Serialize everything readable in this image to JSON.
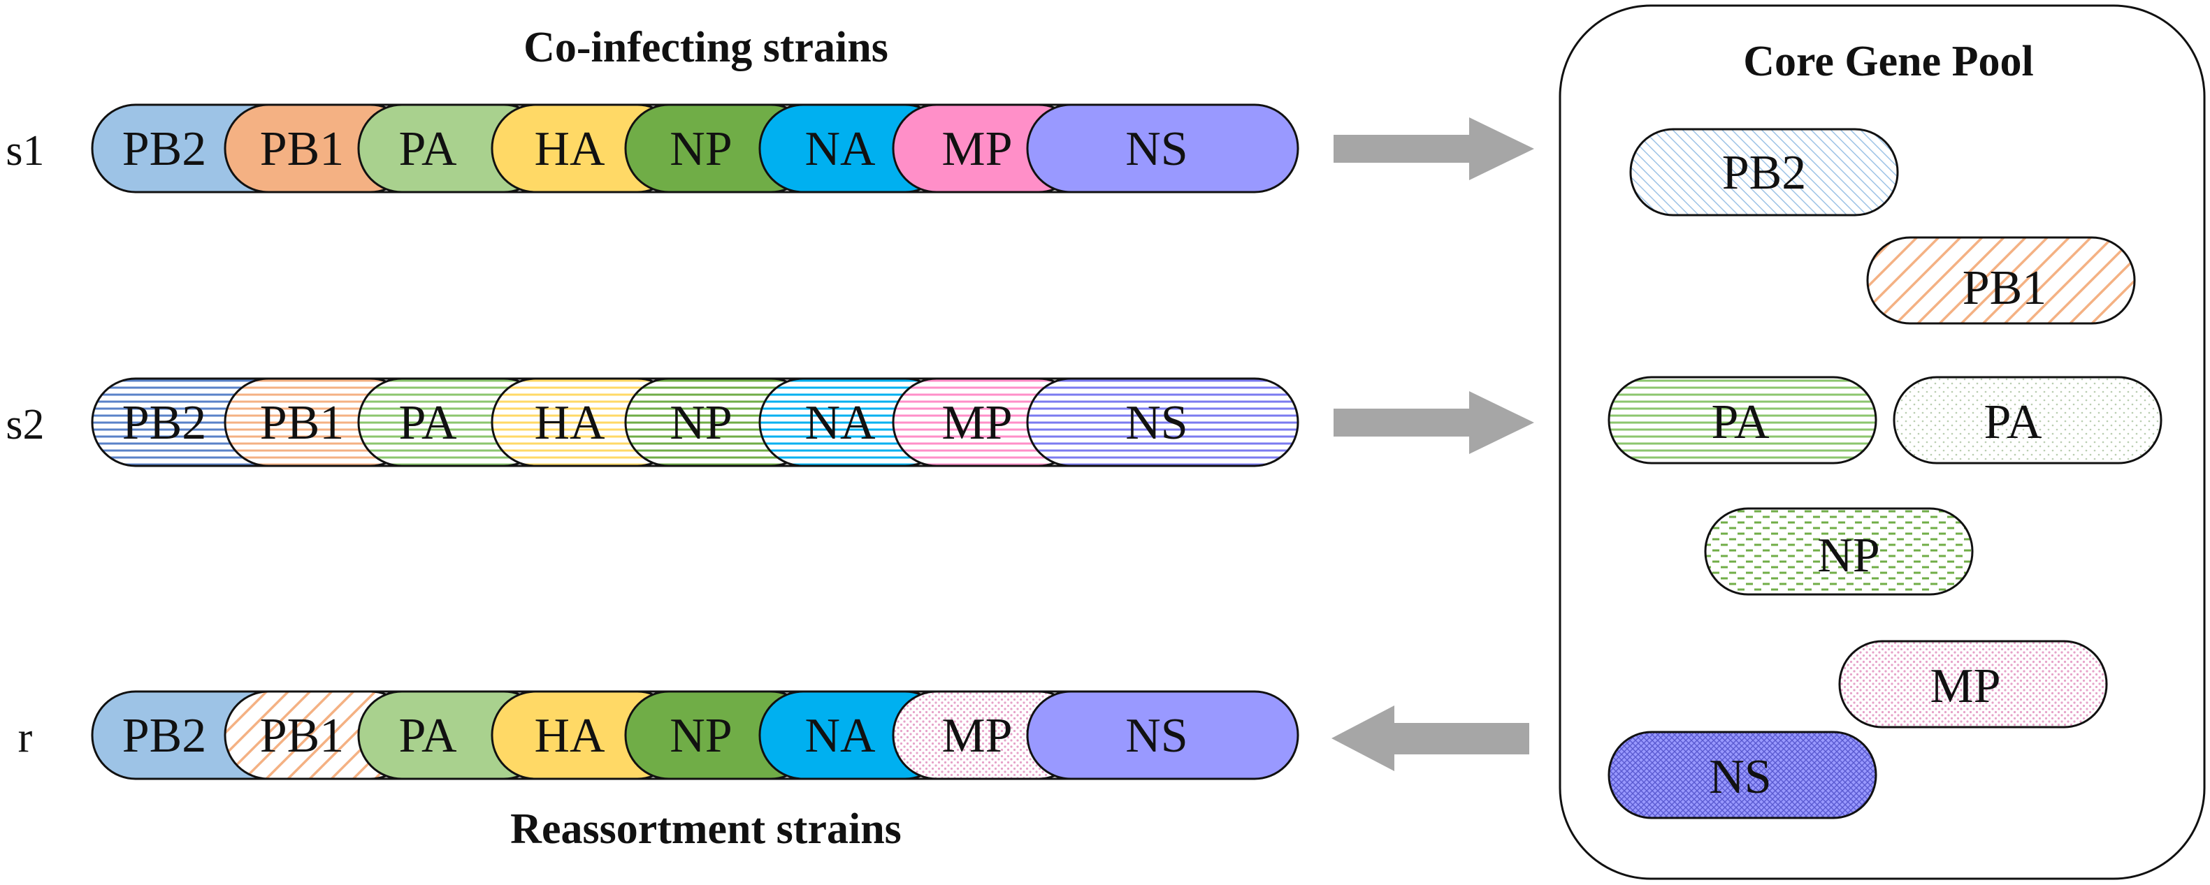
{
  "captions": {
    "top": "Co-infecting strains",
    "bottom": "Reassortment strains",
    "pool_title": "Core Gene Pool"
  },
  "row_labels": [
    "s1",
    "s2",
    "r"
  ],
  "segments": [
    "PB2",
    "PB1",
    "PA",
    "HA",
    "NP",
    "NA",
    "MP",
    "NS"
  ],
  "segment_colors": {
    "PB2": "#9dc3e6",
    "PB1": "#f4b183",
    "PA": "#a9d18e",
    "HA": "#ffd966",
    "NP": "#70ad47",
    "NA": "#00b0f0",
    "MP": "#ff8fc8",
    "NS": "#9999ff"
  },
  "strains": [
    {
      "label": "s1",
      "styles": [
        "solid",
        "solid",
        "solid",
        "solid",
        "solid",
        "solid",
        "solid",
        "solid"
      ]
    },
    {
      "label": "s2",
      "styles": [
        "hstripe",
        "hstripe",
        "hstripe",
        "hstripe",
        "hstripe",
        "hstripe",
        "hstripe",
        "hstripe"
      ]
    },
    {
      "label": "r",
      "styles": [
        "solid",
        "diag",
        "solid",
        "solid",
        "solid",
        "solid",
        "dots",
        "solid"
      ]
    }
  ],
  "pool_genes": [
    {
      "label": "PB2",
      "fill": "dense-diag"
    },
    {
      "label": "PB1",
      "fill": "diag"
    },
    {
      "label": "PA",
      "fill": "hstripe"
    },
    {
      "label": "PA",
      "fill": "dots"
    },
    {
      "label": "NP",
      "fill": "dash"
    },
    {
      "label": "MP",
      "fill": "dots"
    },
    {
      "label": "NS",
      "fill": "crosshatch"
    }
  ],
  "arrows": [
    {
      "from": "s1",
      "to": "pool"
    },
    {
      "from": "s2",
      "to": "pool"
    },
    {
      "from": "pool",
      "to": "r"
    }
  ]
}
